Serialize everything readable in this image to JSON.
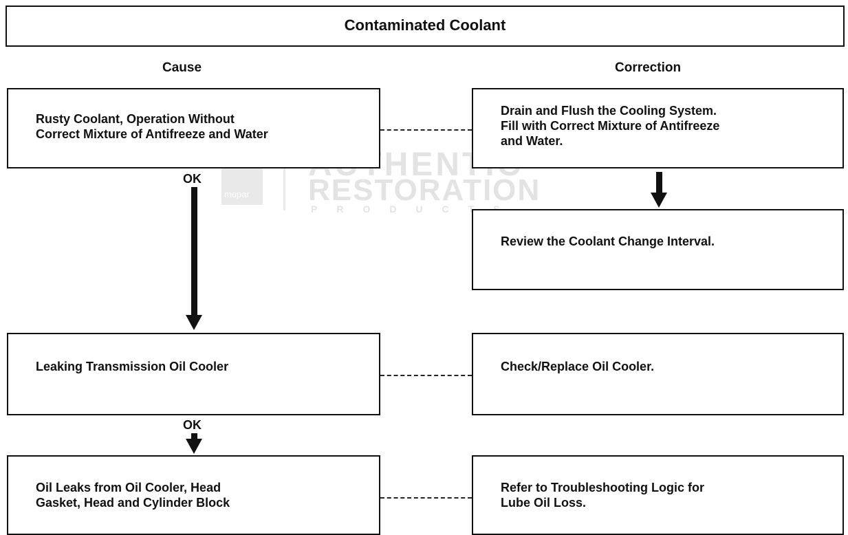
{
  "title": "Contaminated Coolant",
  "headers": {
    "cause": "Cause",
    "correction": "Correction"
  },
  "watermark": {
    "brand": "mopar",
    "line1": "AUTHENTIC",
    "line2": "RESTORATION",
    "line3": "PRODUCTS"
  },
  "causes": [
    {
      "text": "Rusty Coolant, Operation Without\nCorrect Mixture of Antifreeze and Water"
    },
    {
      "text": "Leaking Transmission Oil Cooler"
    },
    {
      "text": "Oil Leaks from Oil Cooler, Head\nGasket, Head and Cylinder Block"
    }
  ],
  "corrections": [
    {
      "text": "Drain and Flush the Cooling System.\nFill with Correct Mixture of Antifreeze\nand Water."
    },
    {
      "text": "Review the Coolant Change Interval."
    },
    {
      "text": "Check/Replace Oil Cooler."
    },
    {
      "text": "Refer to Troubleshooting Logic for\nLube Oil Loss."
    }
  ],
  "ok_labels": [
    "OK",
    "OK"
  ]
}
